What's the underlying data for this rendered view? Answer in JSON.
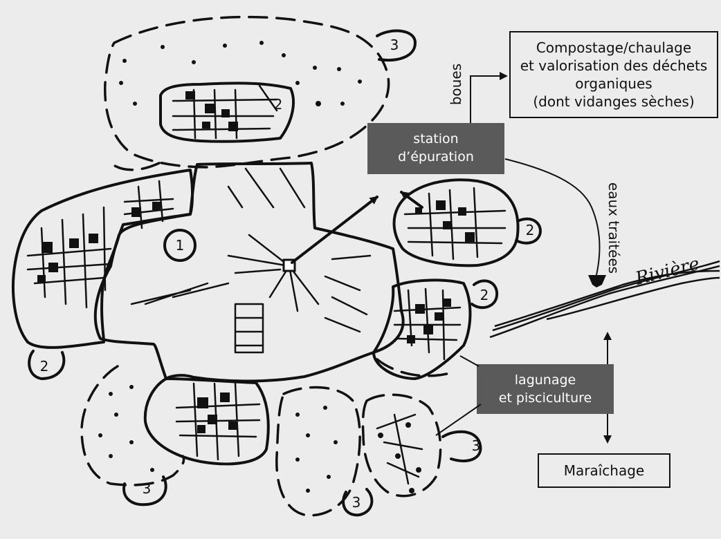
{
  "boxes": {
    "compost_line1": "Compostage/chaulage",
    "compost_line2": "et valorisation des déchets",
    "compost_line3": "organiques",
    "compost_line4": "(dont vidanges sèches)",
    "station_line1": "station",
    "station_line2": "d’épuration",
    "lagunage_line1": "lagunage",
    "lagunage_line2": "et pisciculture",
    "maraichage": "Maraîchage"
  },
  "flow_labels": {
    "boues": "boues",
    "eaux_traitees": "eaux traitées",
    "riviere": "Rivière"
  },
  "zone_numbers": {
    "z1": "1",
    "z2_left": "2",
    "z2_right_top": "2",
    "z2_right_mid": "2",
    "z2_inner": "2",
    "z3_top": "3",
    "z3_bottom_left": "3",
    "z3_bottom_mid": "3",
    "z3_bottom_right": "3"
  },
  "colors": {
    "background": "#ececec",
    "ink": "#111111",
    "station_box": "#5a5a5a",
    "lagunage_box": "#5a5a5a"
  }
}
